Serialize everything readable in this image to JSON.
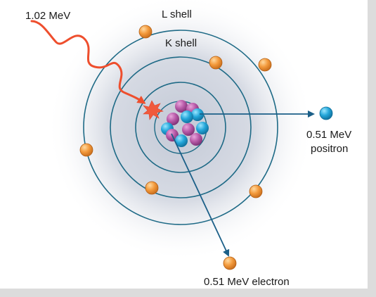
{
  "labels": {
    "photon_energy": "1.02 MeV",
    "l_shell": "L shell",
    "k_shell": "K shell",
    "positron_energy": "0.51 MeV",
    "positron": "positron",
    "electron": "0.51 MeV electron"
  },
  "colors": {
    "shell_line": "#1e6a86",
    "orbital_electron": "#f39a3c",
    "proton": "#b85aa8",
    "neutron": "#23a6d9",
    "photon": "#ee4e2d",
    "arrow": "#1b5f88",
    "glow": "#c9cfdb",
    "strip": "#dcdcdc"
  },
  "icons": {
    "interaction": "starburst-icon",
    "photon": "wavy-arrow-icon"
  }
}
